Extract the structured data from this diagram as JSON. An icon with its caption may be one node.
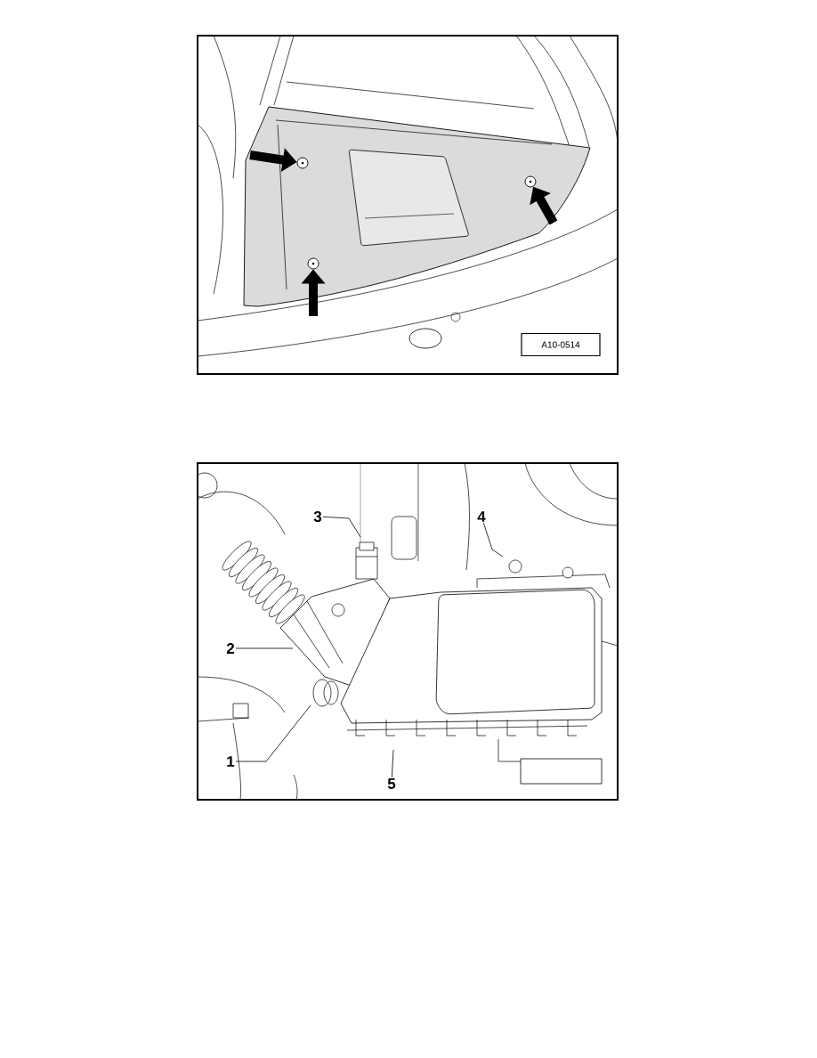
{
  "diagram": {
    "nodes": [
      {
        "text": [],
        "shape": "circle"
      },
      {
        "text": [],
        "shape": "circle"
      },
      {
        "text": [],
        "shape": "circle"
      },
      {
        "text": [
          "3"
        ]
      },
      {
        "text": [
          "4"
        ]
      },
      {
        "text": [
          "2"
        ]
      },
      {
        "text": [
          "1"
        ]
      },
      {
        "text": [
          "5"
        ]
      }
    ],
    "edges": [
      {
        "from": null,
        "to": 0,
        "arrow": "to",
        "style": "thick"
      },
      {
        "from": null,
        "to": 1,
        "arrow": "to",
        "style": "thick"
      },
      {
        "from": null,
        "to": 2,
        "arrow": "to",
        "style": "thick"
      },
      {
        "from": 3,
        "to": null,
        "arrow": "none"
      },
      {
        "from": 4,
        "to": null,
        "arrow": "none"
      },
      {
        "from": 5,
        "to": null,
        "arrow": "none"
      },
      {
        "from": 6,
        "to": null,
        "arrow": "none"
      },
      {
        "from": 7,
        "to": null,
        "arrow": "none"
      }
    ],
    "labels": [
      "A10-0514"
    ]
  }
}
